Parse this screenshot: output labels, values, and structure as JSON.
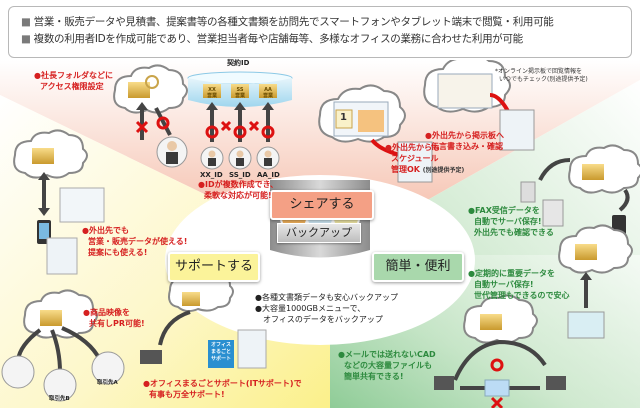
{
  "header": {
    "lines": [
      "営業・販売データや見積書、提案書等の各種文書類を訪問先でスマートフォンやタブレット端末で閲覧・利用可能",
      "複数の利用者IDを作成可能であり、営業担当者毎や店舗毎等、多様なオフィスの業務に合わせた利用が可能"
    ],
    "bullet": "■"
  },
  "center": {
    "share_label": "シェアする",
    "support_label": "サポートする",
    "easy_label": "簡単・便利",
    "backup_label": "バックアップ",
    "backup_notes": [
      "●各種文書類データも安心バックアップ",
      "●大容量1000GBメニューで、",
      "　オフィスのデータをバックアップ"
    ]
  },
  "share_section": {
    "access_note": [
      "●社長フォルダなどに",
      "アクセス権限設定"
    ],
    "contract_id_title": "契約ID",
    "folders": [
      {
        "code": "XX",
        "dept": "営業"
      },
      {
        "code": "SS",
        "dept": "営業"
      },
      {
        "code": "AA",
        "dept": "営業"
      }
    ],
    "user_ids": [
      "XX_ID",
      "SS_ID",
      "AA_ID"
    ],
    "id_note": [
      "●IDが複数作成でき、",
      "柔軟な対応が可能!"
    ],
    "schedule_note": [
      "●外出先からも",
      "スケジュール",
      "管理OK"
    ],
    "schedule_sub": "(別途提供予定)",
    "calendar_day": "1",
    "board_note": [
      "●外出先から掲示板へ",
      "伝言書き込み・確認"
    ],
    "online_board_note": [
      "*オンライン掲示板で回覧情報を",
      "いつでもチェック(別途提供予定)"
    ]
  },
  "support_section": {
    "mobile_note": [
      "●外出先でも",
      "営業・販売データが使える!",
      "提案にも使える!"
    ],
    "pr_note": [
      "●商品映像を",
      "共有しPR可能!"
    ],
    "clients": [
      "取引先B",
      "取引先A"
    ],
    "office_badge": [
      "オフィス",
      "まるごと",
      "サポート"
    ],
    "it_support_note": [
      "●オフィスまるごとサポート(ITサポート)で",
      "有事も万全サポート!"
    ]
  },
  "easy_section": {
    "fax_note": [
      "●FAX受信データを",
      "自動でサーバ保存!",
      "外出先でも確認できる"
    ],
    "periodic_note": [
      "●定期的に重要データを",
      "自動サーバ保存!",
      "世代管理もできるので安心"
    ],
    "cad_note": [
      "●メールでは送れないCAD",
      "などの大容量ファイルも",
      "簡単共有できる!"
    ]
  },
  "colors": {
    "share": "#f4a085",
    "support": "#fbf39a",
    "easy": "#a9d8ac",
    "red_text": "#d62020",
    "green_text": "#2d8a3e"
  }
}
